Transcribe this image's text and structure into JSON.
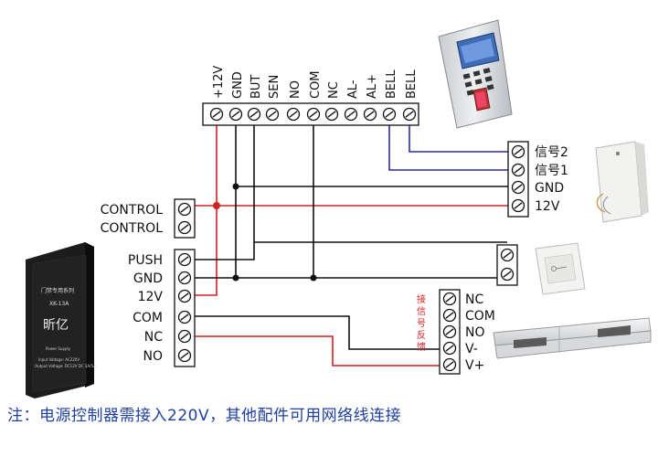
{
  "top_terminals": [
    "+12V",
    "GND",
    "BUT",
    "SEN",
    "NO",
    "COM",
    "NC",
    "AL-",
    "AL+",
    "BELL",
    "BELL"
  ],
  "doorbell_terminals": [
    "信号2",
    "信号1",
    "GND",
    "12V"
  ],
  "left_control_terminals": [
    "CONTROL",
    "CONTROL"
  ],
  "left_main_terminals": [
    "PUSH",
    "GND",
    "12V",
    "COM",
    "NC",
    "NO"
  ],
  "lock_terminals": [
    "NC",
    "COM",
    "NO",
    "V-",
    "V+"
  ],
  "lock_feedback_label": "接信号反馈",
  "power_box": {
    "series": "门禁专用系列",
    "model": "XK-13A",
    "brand": "昕亿",
    "spec1": "Power Supply",
    "spec2": "Input Voltage: AC220V",
    "spec3": "Output Voltage: DC12V  DC 3A/5A"
  },
  "note": "注：电源控制器需接入220V，其他配件可用网络线连接",
  "colors": {
    "red_wire": "#d42020",
    "blue_wire": "#2a2aa8",
    "black_wire": "#111111",
    "note_text": "#1f3f9c"
  }
}
